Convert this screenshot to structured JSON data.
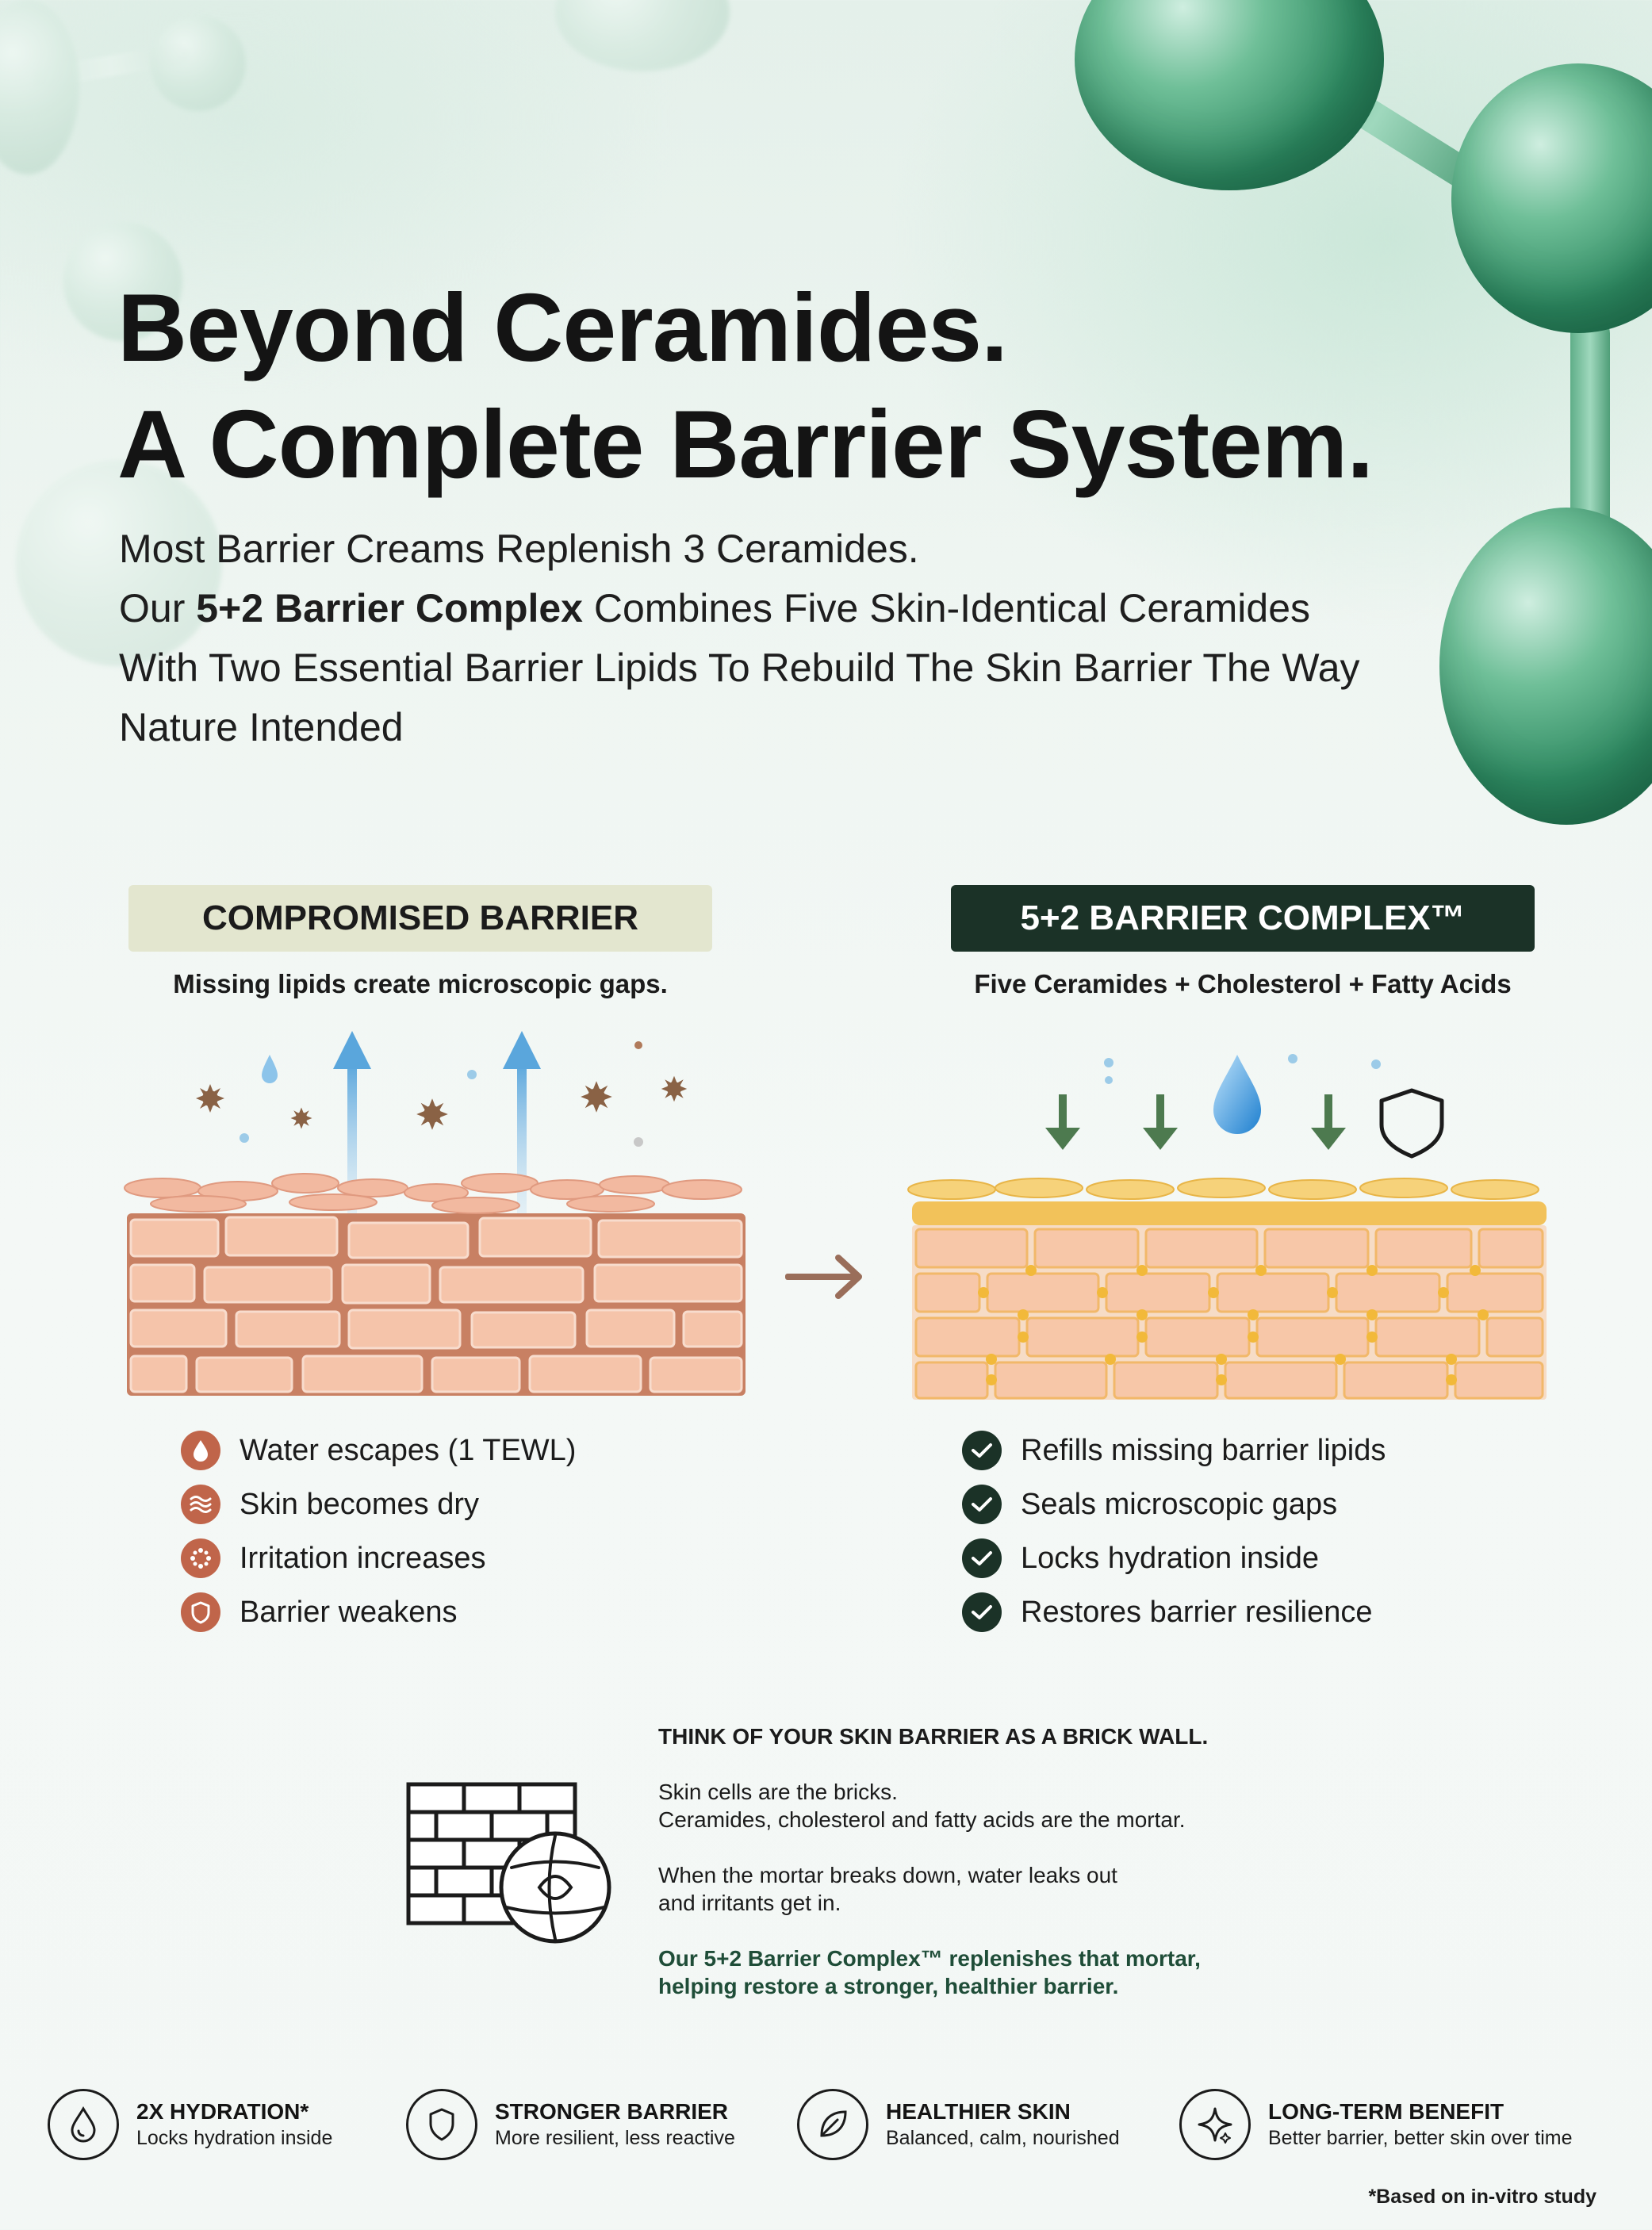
{
  "headline": [
    "Beyond Ceramides.",
    "A Complete Barrier System."
  ],
  "intro": {
    "line1": "Most Barrier Creams Replenish 3 Ceramides.",
    "line2_pre": "Our ",
    "line2_bold": "5+2 Barrier Complex",
    "line2_post": " Combines Five Skin-Identical Ceramides",
    "line3": "With Two Essential Barrier Lipids To Rebuild The Skin Barrier The Way",
    "line4": "Nature Intended"
  },
  "compromised": {
    "title": "COMPROMISED BARRIER",
    "subtitle": "Missing lipids create microscopic gaps.",
    "items": [
      {
        "label": "Water escapes (1 TEWL)",
        "icon": "water-drop-icon"
      },
      {
        "label": "Skin becomes dry",
        "icon": "dry-waves-icon"
      },
      {
        "label": "Irritation increases",
        "icon": "irritation-dots-icon"
      },
      {
        "label": "Barrier weakens",
        "icon": "shield-icon"
      }
    ]
  },
  "complex": {
    "title": "5+2 BARRIER COMPLEX™",
    "subtitle": "Five Ceramides + Cholesterol + Fatty Acids",
    "items": [
      {
        "label": "Refills missing barrier lipids",
        "icon": "check-icon"
      },
      {
        "label": "Seals microscopic gaps",
        "icon": "check-icon"
      },
      {
        "label": "Locks hydration inside",
        "icon": "check-icon"
      },
      {
        "label": "Restores barrier resilience",
        "icon": "check-icon"
      }
    ]
  },
  "brick_wall": {
    "heading": "THINK OF YOUR SKIN BARRIER AS A BRICK WALL.",
    "p1a": "Skin cells are the bricks.",
    "p1b": "Ceramides, cholesterol and fatty acids are the mortar.",
    "p2a": "When the mortar breaks down, water leaks out",
    "p2b": "and irritants get in.",
    "p3a": "Our 5+2 Barrier Complex™ replenishes that mortar,",
    "p3b": "helping restore a stronger, healthier barrier."
  },
  "benefits": [
    {
      "title": "2X HYDRATION*",
      "desc": "Locks hydration inside",
      "icon": "drop-outline-icon"
    },
    {
      "title": "STRONGER BARRIER",
      "desc": "More resilient, less reactive",
      "icon": "shield-outline-icon"
    },
    {
      "title": "HEALTHIER SKIN",
      "desc": "Balanced, calm, nourished",
      "icon": "leaf-icon"
    },
    {
      "title": "LONG-TERM BENEFIT",
      "desc": "Better barrier, better skin over time",
      "icon": "sparkle-icon"
    }
  ],
  "footnote": "*Based on in-vitro study",
  "colors": {
    "dark_green": "#1b3227",
    "terracotta": "#c0654a",
    "pill_beige": "#e3e6cf",
    "brick": "#f3c2a8",
    "lipid_gold": "#f2c25a"
  }
}
